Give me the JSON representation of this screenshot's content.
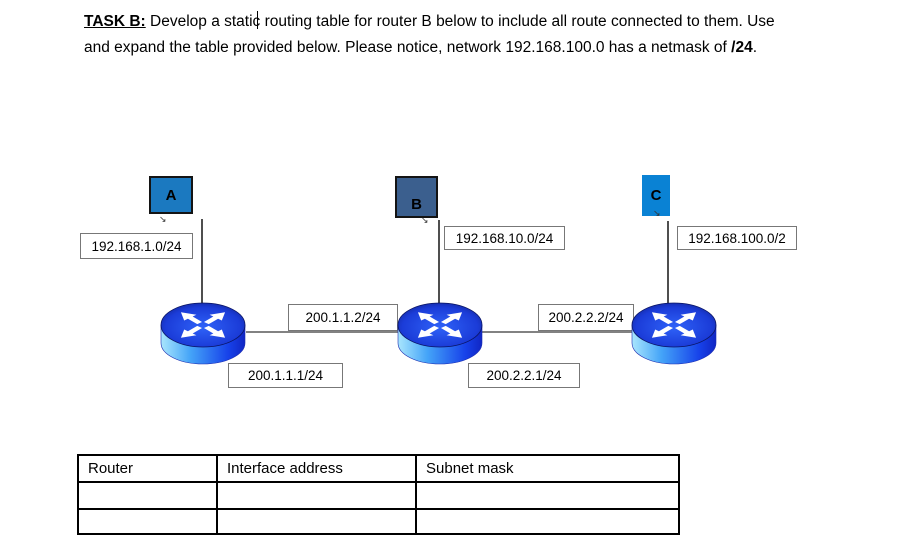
{
  "task": {
    "heading": "TASK B:",
    "line1_rest": " Develop a static routing table for router B below to include all route connected to them. Use",
    "line2_pre": "and expand the table provided below. Please notice, network 192.168.100.0 has a netmask of ",
    "line2_bold": "/24",
    "line2_end": "."
  },
  "diagram": {
    "switches": [
      {
        "label": "A",
        "color": "#1b79c0"
      },
      {
        "label": "B",
        "color": "#3b5f8e"
      },
      {
        "label": "C",
        "color": "#0a82d4"
      }
    ],
    "lan_labels": [
      {
        "text": "192.168.1.0/24"
      },
      {
        "text": "192.168.10.0/24"
      },
      {
        "text": "192.168.100.0/2"
      }
    ],
    "link_labels": [
      {
        "text": "200.1.1.2/24"
      },
      {
        "text": "200.1.1.1/24"
      },
      {
        "text": "200.2.2.2/24"
      },
      {
        "text": "200.2.2.1/24"
      }
    ],
    "router_icon": "cisco-router-icon",
    "router_color": "#1c3ee8",
    "router_side_light": "#8fe0fc",
    "line_color": "#7f7f7f"
  },
  "table": {
    "headers": [
      "Router",
      "Interface address",
      "Subnet mask"
    ],
    "rows": [
      [
        "",
        "",
        ""
      ],
      [
        "",
        "",
        ""
      ]
    ]
  }
}
